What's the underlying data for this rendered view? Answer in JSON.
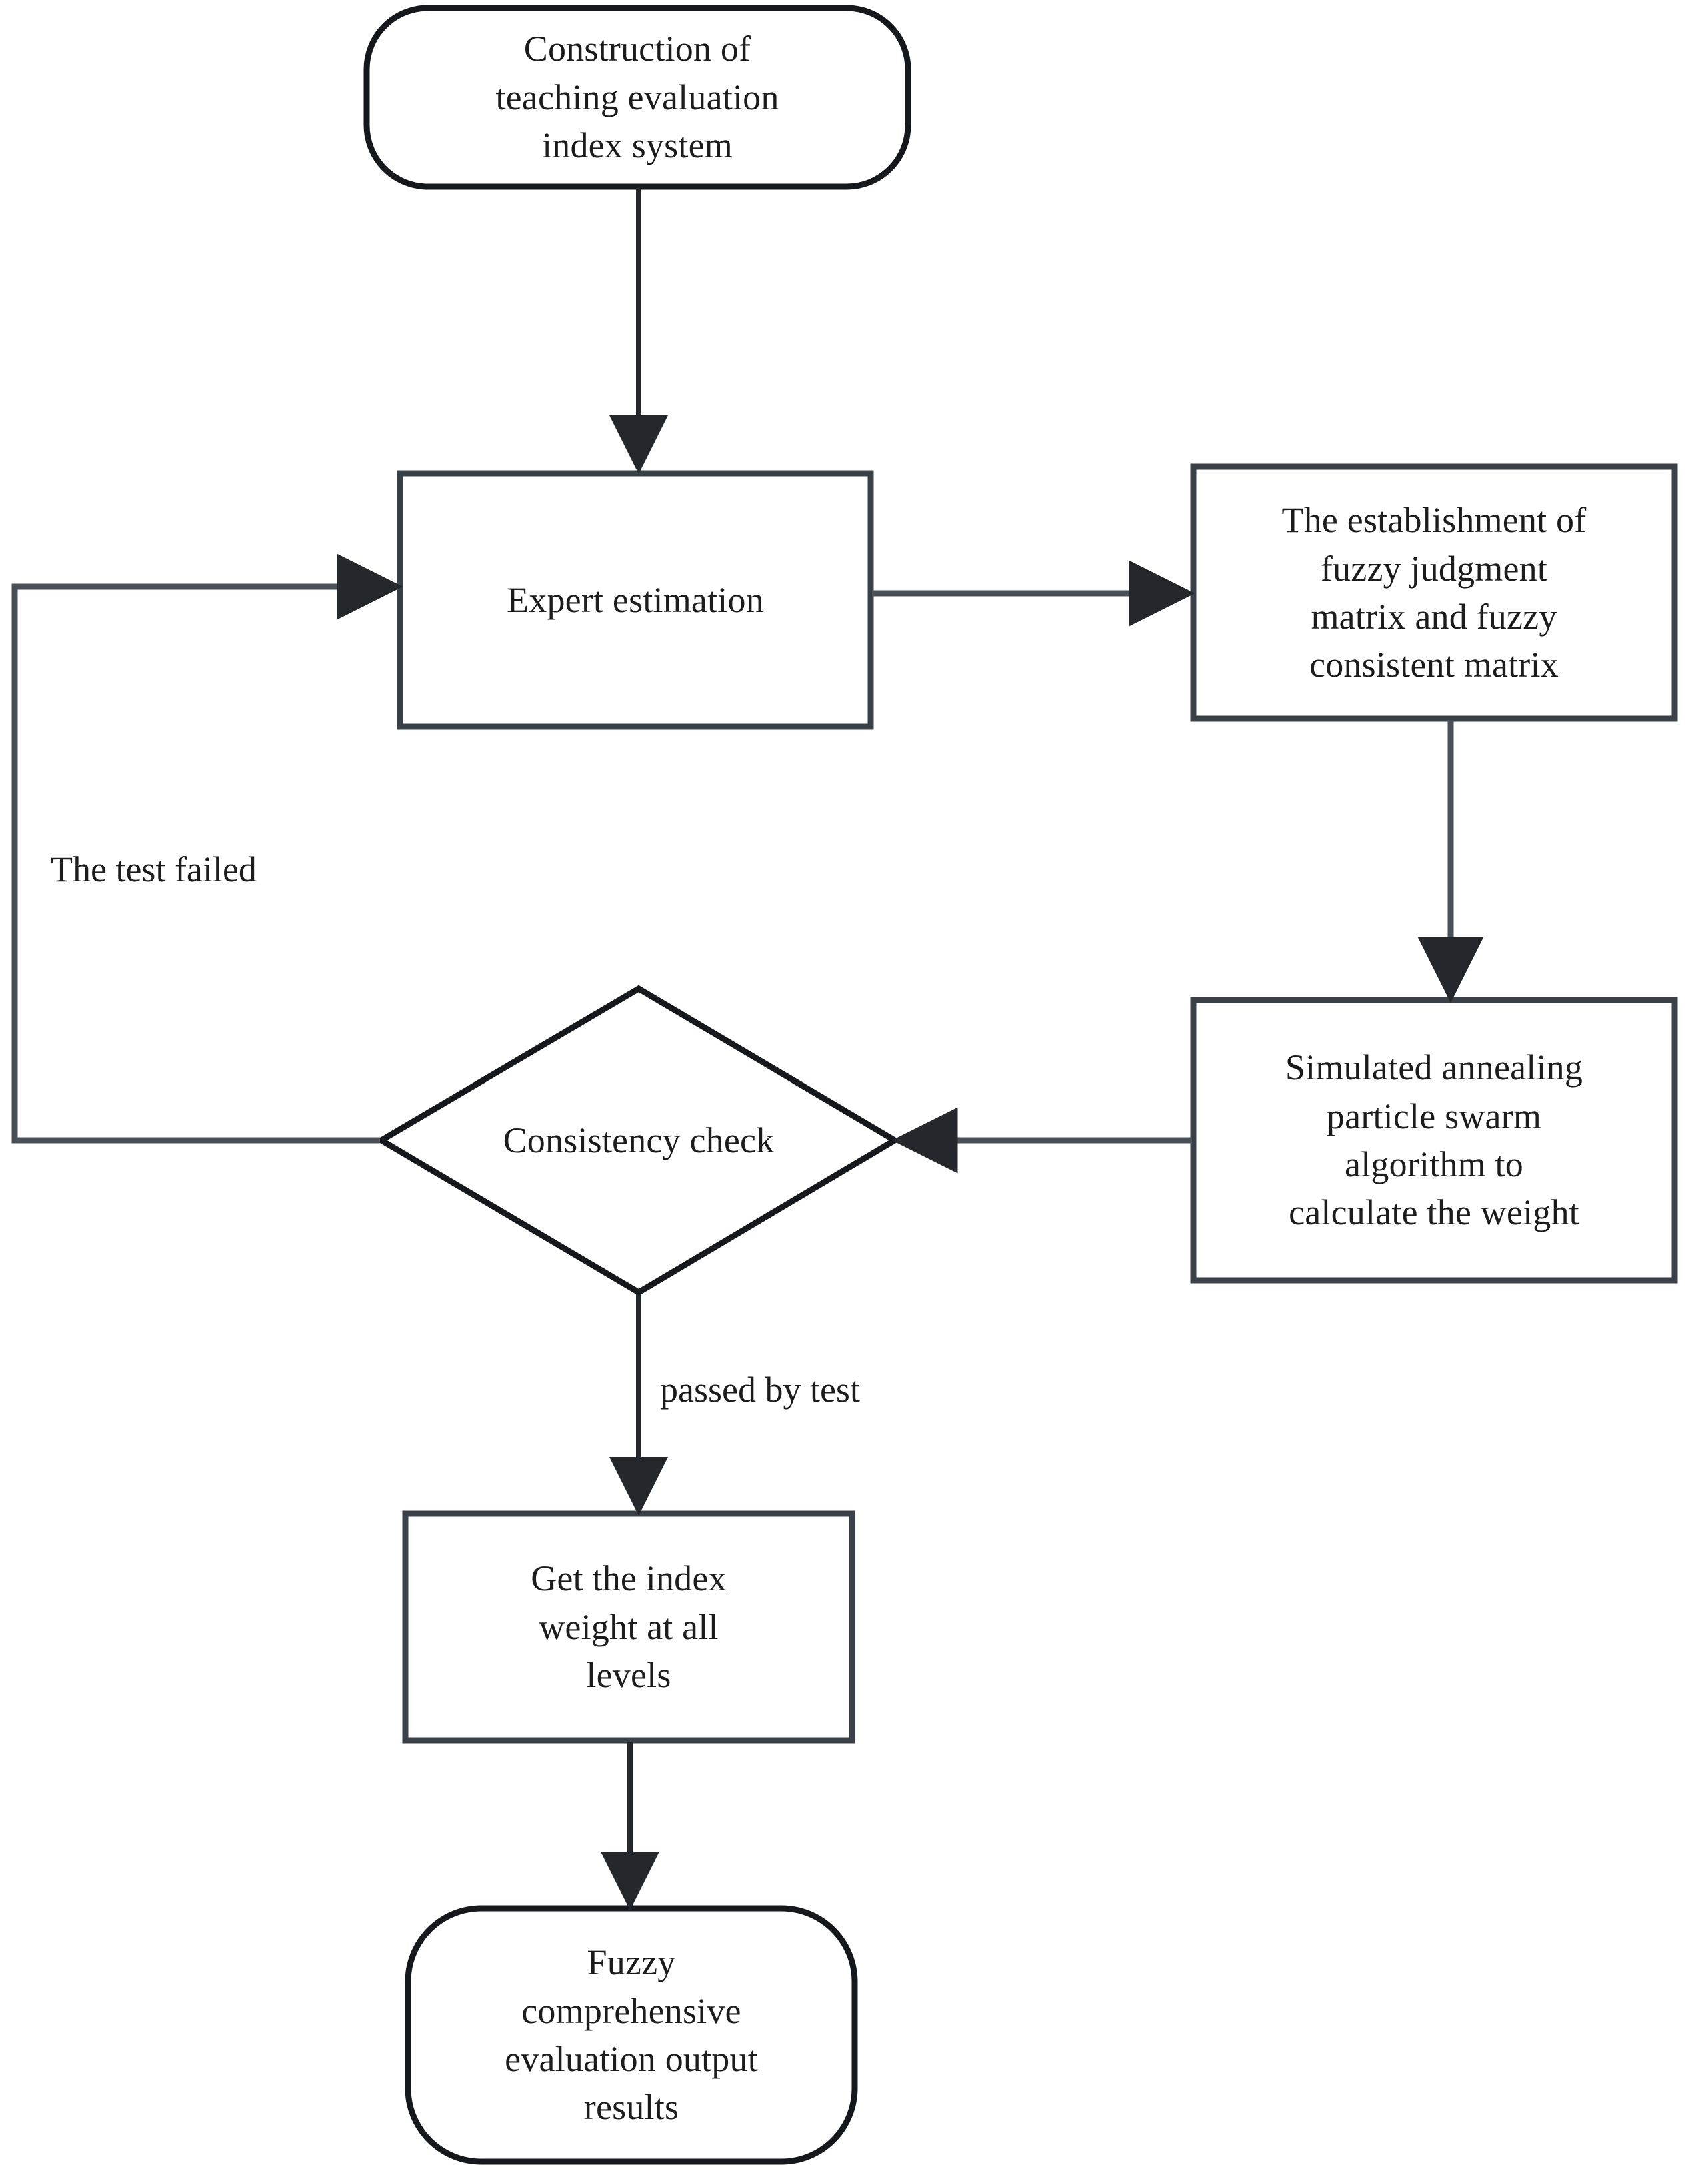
{
  "diagram": {
    "type": "flowchart",
    "orientation": "top-to-bottom-with-right-branch",
    "colors": {
      "background": "#ffffff",
      "stroke": "#3a4048",
      "stroke_dark": "#15191d",
      "text": "#1c1c1c"
    },
    "nodes": [
      {
        "id": "construction",
        "shape": "rounded-rectangle",
        "label": "Construction of\nteaching evaluation\nindex system"
      },
      {
        "id": "expert-estimation",
        "shape": "rectangle",
        "label": "Expert estimation"
      },
      {
        "id": "fuzzy-matrix",
        "shape": "rectangle",
        "label": "The establishment of\nfuzzy judgment\nmatrix and fuzzy\nconsistent matrix"
      },
      {
        "id": "sa-pso",
        "shape": "rectangle",
        "label": "Simulated annealing\nparticle swarm\nalgorithm to\ncalculate the weight"
      },
      {
        "id": "consistency-check",
        "shape": "diamond",
        "label": "Consistency check"
      },
      {
        "id": "index-weight",
        "shape": "rectangle",
        "label": "Get the index\nweight at all\nlevels"
      },
      {
        "id": "output-results",
        "shape": "rounded-rectangle",
        "label": "Fuzzy\ncomprehensive\nevaluation output\nresults"
      }
    ],
    "edges": [
      {
        "id": "e1",
        "from": "construction",
        "to": "expert-estimation",
        "label": ""
      },
      {
        "id": "e2",
        "from": "expert-estimation",
        "to": "fuzzy-matrix",
        "label": ""
      },
      {
        "id": "e3",
        "from": "fuzzy-matrix",
        "to": "sa-pso",
        "label": ""
      },
      {
        "id": "e4",
        "from": "sa-pso",
        "to": "consistency-check",
        "label": ""
      },
      {
        "id": "e5",
        "from": "consistency-check",
        "to": "expert-estimation",
        "label": "The test failed"
      },
      {
        "id": "e6",
        "from": "consistency-check",
        "to": "index-weight",
        "label": "passed by test"
      },
      {
        "id": "e7",
        "from": "index-weight",
        "to": "output-results",
        "label": ""
      }
    ]
  }
}
